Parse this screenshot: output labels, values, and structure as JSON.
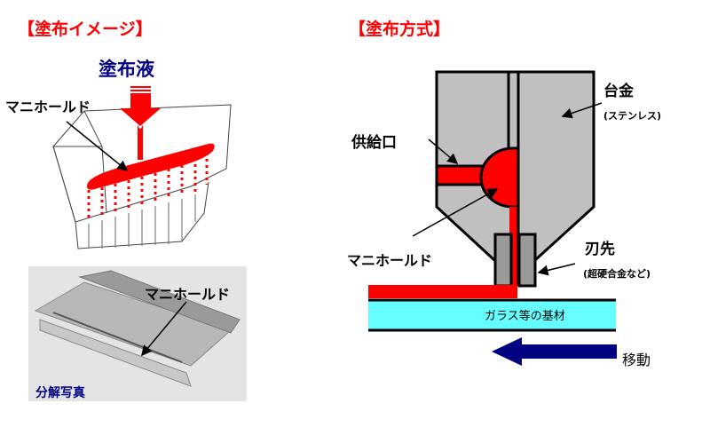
{
  "left": {
    "title": "【塗布イメージ】",
    "liquid_label": "塗布液",
    "manifold_label": "マニホールド",
    "photo_manifold_label": "マニホールド",
    "photo_caption": "分解写真"
  },
  "right": {
    "title": "【塗布方式】",
    "base_metal_label": "台金",
    "base_metal_note": "(ステンレス)",
    "supply_port_label": "供給口",
    "manifold_label": "マニホールド",
    "blade_label": "刃先",
    "blade_note": "(超硬合金など)",
    "substrate_label": "ガラス等の基材",
    "move_label": "移動"
  },
  "colors": {
    "red": "#ff0000",
    "navy": "#000080",
    "gray": "#c0c0c0",
    "cyan": "#66ffff"
  }
}
